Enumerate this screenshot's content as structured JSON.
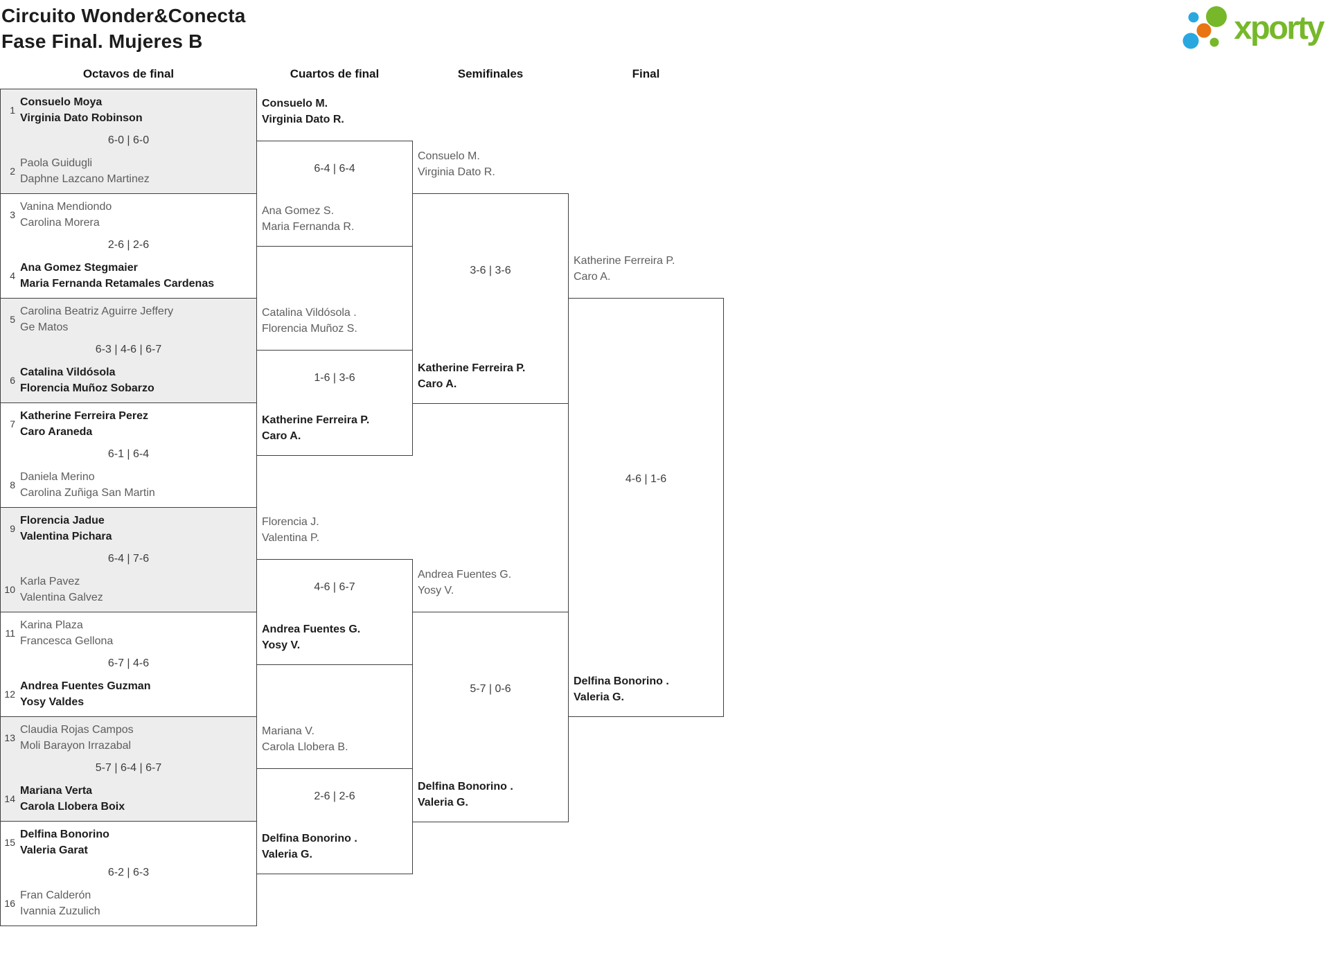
{
  "title": {
    "line1": "Circuito Wonder&Conecta",
    "line2": "Fase Final. Mujeres B"
  },
  "logo": {
    "text": "xporty"
  },
  "round_headers": [
    "Octavos de final",
    "Cuartos de final",
    "Semifinales",
    "Final"
  ],
  "octavos": [
    {
      "seed1": "1",
      "t1a": "Consuelo Moya",
      "t1b": "Virginia Dato Robinson",
      "score": "6-0 | 6-0",
      "seed2": "2",
      "t2a": "Paola Guidugli",
      "t2b": "Daphne Lazcano Martinez",
      "winner": "team1"
    },
    {
      "seed1": "3",
      "t1a": "Vanina Mendiondo",
      "t1b": "Carolina Morera",
      "score": "2-6 | 2-6",
      "seed2": "4",
      "t2a": "Ana Gomez Stegmaier",
      "t2b": "Maria Fernanda Retamales Cardenas",
      "winner": "team2"
    },
    {
      "seed1": "5",
      "t1a": "Carolina Beatriz Aguirre Jeffery",
      "t1b": "Ge Matos",
      "score": "6-3 | 4-6 | 6-7",
      "seed2": "6",
      "t2a": "Catalina Vildósola",
      "t2b": "Florencia Muñoz Sobarzo",
      "winner": "team2"
    },
    {
      "seed1": "7",
      "t1a": "Katherine Ferreira Perez",
      "t1b": "Caro Araneda",
      "score": "6-1 | 6-4",
      "seed2": "8",
      "t2a": "Daniela Merino",
      "t2b": "Carolina Zuñiga San Martin",
      "winner": "team1"
    },
    {
      "seed1": "9",
      "t1a": "Florencia Jadue",
      "t1b": "Valentina Pichara",
      "score": "6-4 | 7-6",
      "seed2": "10",
      "t2a": "Karla Pavez",
      "t2b": "Valentina Galvez",
      "winner": "team1"
    },
    {
      "seed1": "11",
      "t1a": "Karina Plaza",
      "t1b": "Francesca Gellona",
      "score": "6-7 | 4-6",
      "seed2": "12",
      "t2a": "Andrea Fuentes Guzman",
      "t2b": "Yosy Valdes",
      "winner": "team2"
    },
    {
      "seed1": "13",
      "t1a": "Claudia Rojas Campos",
      "t1b": "Moli Barayon Irrazabal",
      "score": "5-7 | 6-4 | 6-7",
      "seed2": "14",
      "t2a": "Mariana Verta",
      "t2b": "Carola Llobera Boix",
      "winner": "team2"
    },
    {
      "seed1": "15",
      "t1a": "Delfina Bonorino",
      "t1b": "Valeria Garat",
      "score": "6-2 | 6-3",
      "seed2": "16",
      "t2a": "Fran Calderón",
      "t2b": "Ivannia Zuzulich",
      "winner": "team1"
    }
  ],
  "cuartos": [
    {
      "t1a": "Consuelo M.",
      "t1b": "Virginia Dato R.",
      "score": "6-4 | 6-4",
      "t2a": "Ana Gomez S.",
      "t2b": "Maria Fernanda R.",
      "winner": "team1"
    },
    {
      "t1a": "Catalina Vildósola .",
      "t1b": "Florencia Muñoz S.",
      "score": "1-6 | 3-6",
      "t2a": "Katherine Ferreira P.",
      "t2b": "Caro A.",
      "winner": "team2"
    },
    {
      "t1a": "Florencia J.",
      "t1b": "Valentina P.",
      "score": "4-6 | 6-7",
      "t2a": "Andrea Fuentes G.",
      "t2b": "Yosy V.",
      "winner": "team2"
    },
    {
      "t1a": "Mariana V.",
      "t1b": "Carola Llobera B.",
      "score": "2-6 | 2-6",
      "t2a": "Delfina Bonorino .",
      "t2b": "Valeria G.",
      "winner": "team2"
    }
  ],
  "semifinales": [
    {
      "t1a": "Consuelo M.",
      "t1b": "Virginia Dato R.",
      "score": "3-6 | 3-6",
      "t2a": "Katherine Ferreira P.",
      "t2b": "Caro A.",
      "winner": "team2"
    },
    {
      "t1a": "Andrea Fuentes G.",
      "t1b": "Yosy V.",
      "score": "5-7 | 0-6",
      "t2a": "Delfina Bonorino .",
      "t2b": "Valeria G.",
      "winner": "team2"
    }
  ],
  "final": [
    {
      "t1a": "Katherine Ferreira P.",
      "t1b": "Caro A.",
      "score": "4-6 | 1-6",
      "t2a": "Delfina Bonorino .",
      "t2b": "Valeria G.",
      "winner": "team2"
    }
  ],
  "colors": {
    "accent_green": "#76b82a",
    "accent_blue": "#29a8e0",
    "accent_orange": "#e87511",
    "winner_text": "#1d1d1d",
    "loser_text": "#5d5d5d",
    "shaded_row": "#ededed",
    "border": "#3f3f3f"
  }
}
